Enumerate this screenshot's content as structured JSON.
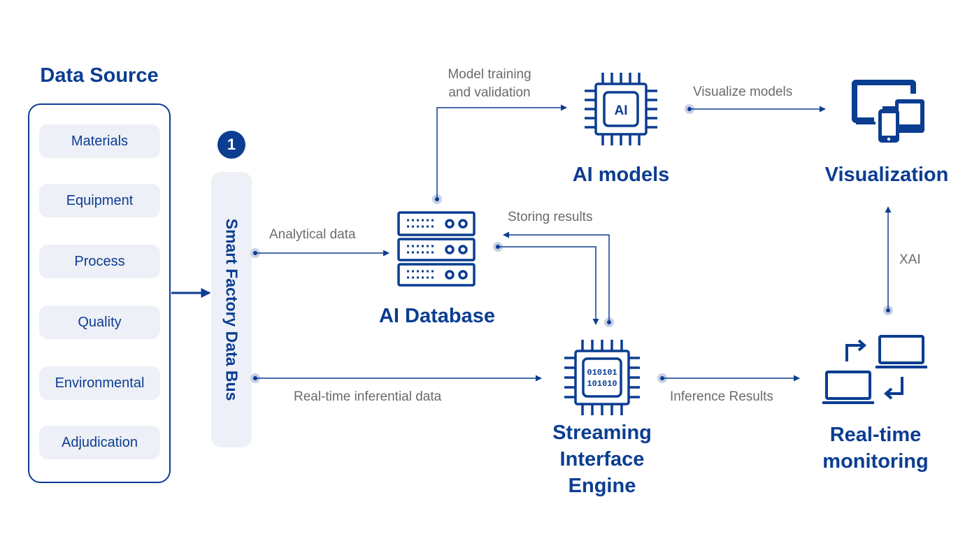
{
  "data_source": {
    "title": "Data Source",
    "items": [
      "Materials",
      "Equipment",
      "Process",
      "Quality",
      "Environmental",
      "Adjudication"
    ]
  },
  "bus": {
    "label": "Smart Factory Data Bus",
    "badge": "1"
  },
  "nodes": {
    "ai_database": "AI Database",
    "ai_models": "AI models",
    "visualization": "Visualization",
    "streaming": [
      "Streaming",
      "Interface",
      "Engine"
    ],
    "monitoring": [
      "Real-time",
      "monitoring"
    ]
  },
  "chip_labels": {
    "ai": "AI",
    "binary_1": "010101",
    "binary_2": "101010"
  },
  "flows": {
    "model_training": [
      "Model training",
      "and validation"
    ],
    "visualize_models": "Visualize models",
    "analytical_data": "Analytical data",
    "storing_results": "Storing results",
    "realtime_inferential": "Real-time inferential data",
    "inference_results": "Inference Results",
    "xai": "XAI"
  },
  "icons": [
    "server-rack-icon",
    "ai-chip-icon",
    "data-chip-icon",
    "devices-icon",
    "laptops-sync-icon"
  ],
  "colors": {
    "primary": "#0b3d91",
    "panel": "#eef0f7",
    "dot": "#c7d0e6",
    "label": "#6b6b6b"
  }
}
